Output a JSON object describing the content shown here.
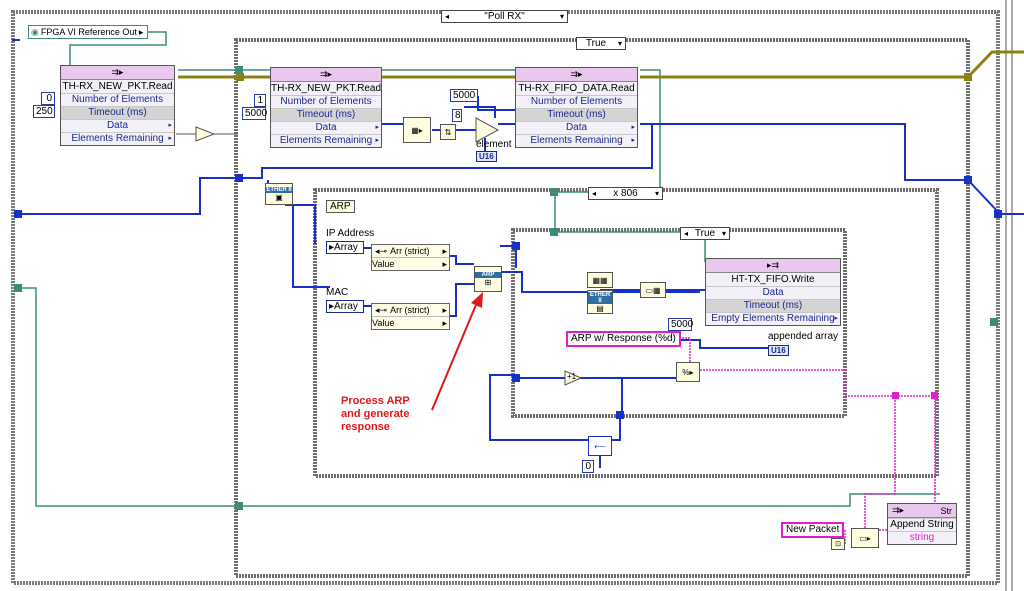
{
  "colors": {
    "wire_blue": "#1730c8",
    "wire_teal": "#3f8a7a",
    "wire_pink": "#e020d0",
    "wire_olive": "#8c8214",
    "node_header": "#e8c8ec",
    "annotation_red": "#e01818",
    "frame_gray": "#6f6f6f"
  },
  "outer_case": {
    "selector": "\"Poll RX\""
  },
  "fpga_ref": {
    "label": "FPGA VI Reference Out"
  },
  "left_read": {
    "title": "TH-RX_NEW_PKT.Read",
    "num_elements_const": "0",
    "timeout_const": "250",
    "rows": [
      "Number of Elements",
      "Timeout (ms)",
      "Data",
      "Elements Remaining"
    ]
  },
  "true_case": {
    "selector": "True"
  },
  "inner_read": {
    "title": "TH-RX_NEW_PKT.Read",
    "num_elements_const": "1",
    "timeout_const": "5000",
    "rows": [
      "Number of Elements",
      "Timeout (ms)",
      "Data",
      "Elements Remaining"
    ]
  },
  "fifo_read": {
    "title": "TH-RX_FIFO_DATA.Read",
    "num_const_a": "5000",
    "num_const_b": "8",
    "element_label": "element",
    "element_type": "U16",
    "rows": [
      "Number of Elements",
      "Timeout (ms)",
      "Data",
      "Elements Remaining"
    ]
  },
  "ether_icon": {
    "label": "ETHER II"
  },
  "packet_case": {
    "selector": "x 806"
  },
  "arp_label": "ARP",
  "ip_address": {
    "label": "IP Address",
    "control": "Array",
    "unbundle_top": "Arr (strict)",
    "unbundle_bottom": "Value"
  },
  "mac": {
    "label": "MAC",
    "control": "Array",
    "unbundle_top": "Arr (strict)",
    "unbundle_bottom": "Value"
  },
  "arp_vi": {
    "label": "ARP"
  },
  "response_case": {
    "selector": "True"
  },
  "fifo_write": {
    "title": "HT-TX_FIFO.Write",
    "timeout_const": "5000",
    "rows": [
      "Data",
      "Timeout (ms)",
      "Empty Elements Remaining"
    ]
  },
  "appended_array": {
    "label": "appended array",
    "type": "U16"
  },
  "arp_response_str": "ARP w/ Response (%d)",
  "format_node": {
    "label": "+1"
  },
  "loop_const": "0",
  "annotation": [
    "Process ARP",
    "and generate",
    "response"
  ],
  "new_packet": "New Packet",
  "append_string": {
    "title": "Str",
    "rows": [
      "Append String",
      "string"
    ]
  }
}
